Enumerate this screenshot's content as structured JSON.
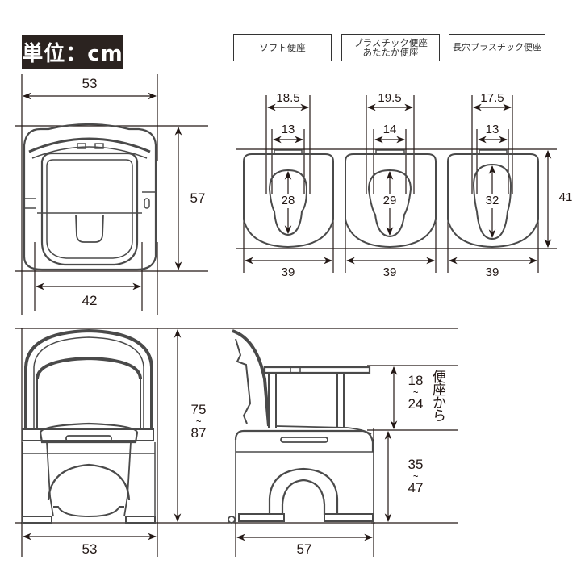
{
  "unit_badge": "単位：cm",
  "seat_types": [
    {
      "label_line1": "ソフト便座",
      "label_line2": ""
    },
    {
      "label_line1": "プラスチック便座",
      "label_line2": "あたたか便座"
    },
    {
      "label_line1": "長穴プラスチック便座",
      "label_line2": ""
    }
  ],
  "top_view": {
    "overall_width": "53",
    "depth": "57",
    "inner_width": "42"
  },
  "seats": [
    {
      "outer_opening_width": "18.5",
      "inner_opening_width": "13",
      "opening_length": "28",
      "seat_width": "39"
    },
    {
      "outer_opening_width": "19.5",
      "inner_opening_width": "14",
      "opening_length": "29",
      "seat_width": "39"
    },
    {
      "outer_opening_width": "17.5",
      "inner_opening_width": "13",
      "opening_length": "32",
      "seat_width": "39"
    }
  ],
  "seat_depth": "41",
  "front_view": {
    "height_min": "75",
    "height_max": "87",
    "range_sep": "~",
    "width": "53"
  },
  "side_view": {
    "armrest_min": "18",
    "armrest_max": "24",
    "armrest_note": "便座から",
    "seat_height_min": "35",
    "seat_height_max": "47",
    "depth": "57"
  },
  "colors": {
    "line": "#231815",
    "product_outline": "#4a4a4a",
    "badge_bg": "#2b2320"
  }
}
